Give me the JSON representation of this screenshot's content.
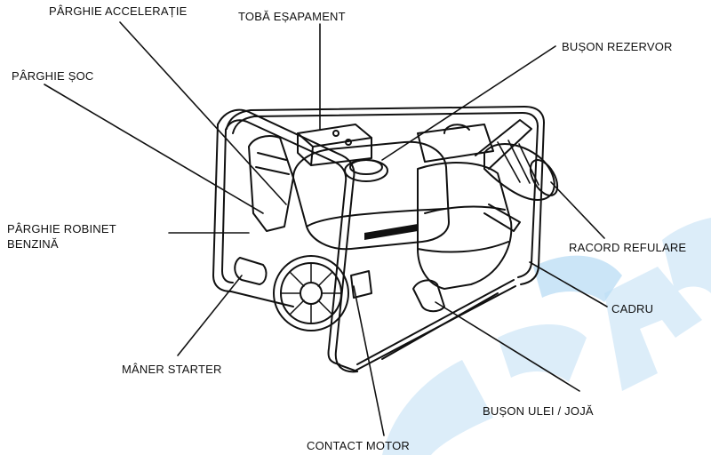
{
  "labels": {
    "throttle_lever": "PÂRGHIE ACCELERAȚIE",
    "muffler": "TOBĂ EȘAPAMENT",
    "fuel_cap": "BUȘON REZERVOR",
    "choke_lever": "PÂRGHIE ȘOC",
    "fuel_valve_line1": "PÂRGHIE ROBINET",
    "fuel_valve_line2": "BENZINĂ",
    "discharge_port": "RACORD REFULARE",
    "frame": "CADRU",
    "starter_grip": "MÂNER STARTER",
    "oil_filler": "BUȘON ULEI / JOJĂ",
    "engine_switch": "CONTACT MOTOR"
  },
  "colors": {
    "line": "#111111",
    "watermark_blue": "#1e8fe0",
    "watermark_light": "#cfe6f7"
  }
}
